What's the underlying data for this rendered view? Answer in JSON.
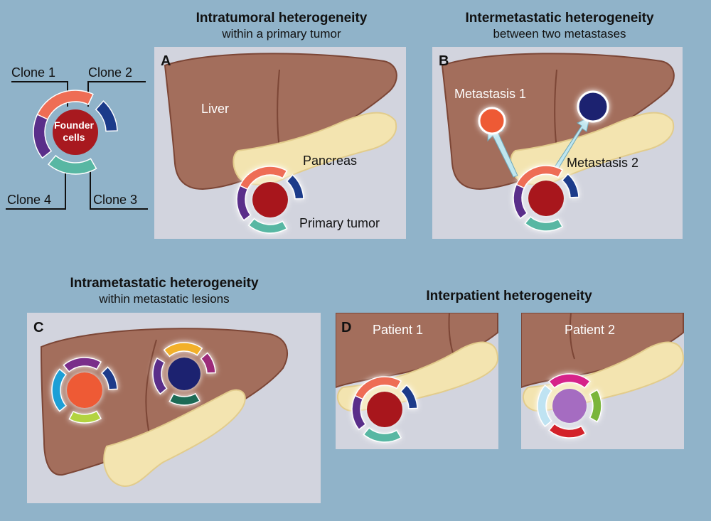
{
  "colors": {
    "background": "#90b3c9",
    "panel": "#d2d4de",
    "liver": "#a36e5c",
    "liver_edge": "#7c4636",
    "pancreas": "#f3e4b0",
    "founder": "#a8191f",
    "clone1": "#ee6d55",
    "clone2": "#1b3b8a",
    "clone3": "#58b7a3",
    "clone4": "#5a2e8a",
    "metastasis1": "#ee5a36",
    "metastasis2": "#1c2470",
    "arrow": "#bfe6ef"
  },
  "legend": {
    "clone1": "Clone 1",
    "clone2": "Clone 2",
    "clone3": "Clone 3",
    "clone4": "Clone 4",
    "founder_line1": "Founder",
    "founder_line2": "cells"
  },
  "panelA": {
    "title": "Intratumoral heterogeneity",
    "subtitle": "within a primary tumor",
    "letter": "A",
    "liver_label": "Liver",
    "pancreas_label": "Pancreas",
    "tumor_label": "Primary tumor"
  },
  "panelB": {
    "title": "Intermetastatic heterogeneity",
    "subtitle": "between two metastases",
    "letter": "B",
    "met1_label": "Metastasis 1",
    "met2_label": "Metastasis 2"
  },
  "panelC": {
    "title": "Intrametastatic heterogeneity",
    "subtitle": "within metastatic lesions",
    "letter": "C"
  },
  "panelD": {
    "title": "Interpatient heterogeneity",
    "letter": "D",
    "patient1_label": "Patient 1",
    "patient2_label": "Patient 2"
  }
}
